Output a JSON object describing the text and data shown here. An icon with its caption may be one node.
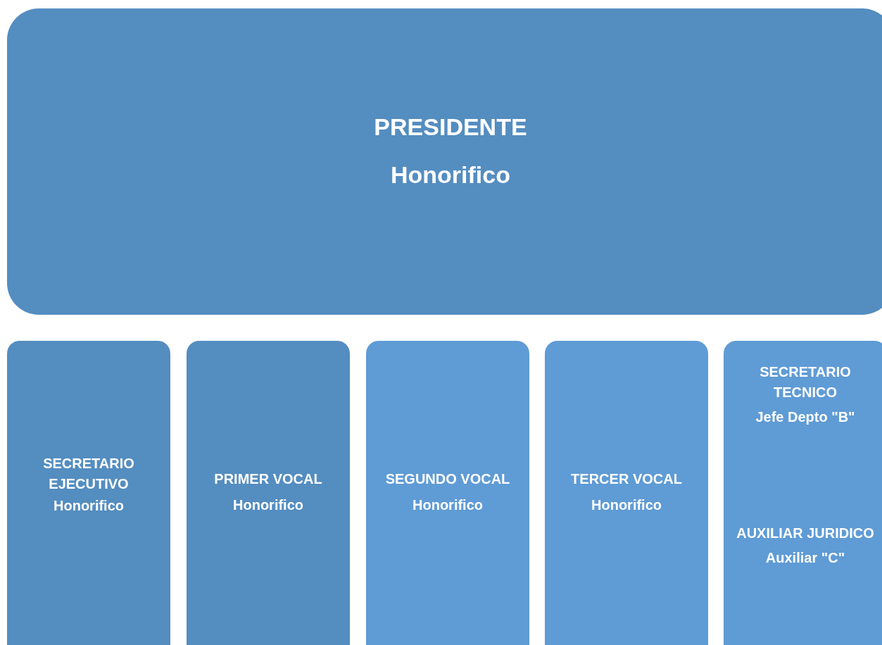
{
  "diagram": {
    "nodes": [
      {
        "text": [
          "PRESIDENTE",
          "Honorifico"
        ]
      },
      {
        "text": [
          "SECRETARIO EJECUTIVO",
          "Honorifico"
        ]
      },
      {
        "text": [
          "PRIMER VOCAL",
          "Honorifico"
        ]
      },
      {
        "text": [
          "SEGUNDO VOCAL",
          "Honorifico"
        ]
      },
      {
        "text": [
          "TERCER VOCAL",
          "Honorifico"
        ]
      },
      {
        "text": [
          "SECRETARIO TECNICO",
          "Jefe Depto \"B\"",
          "AUXILIAR JURIDICO",
          "Auxiliar \"C\""
        ]
      }
    ]
  }
}
